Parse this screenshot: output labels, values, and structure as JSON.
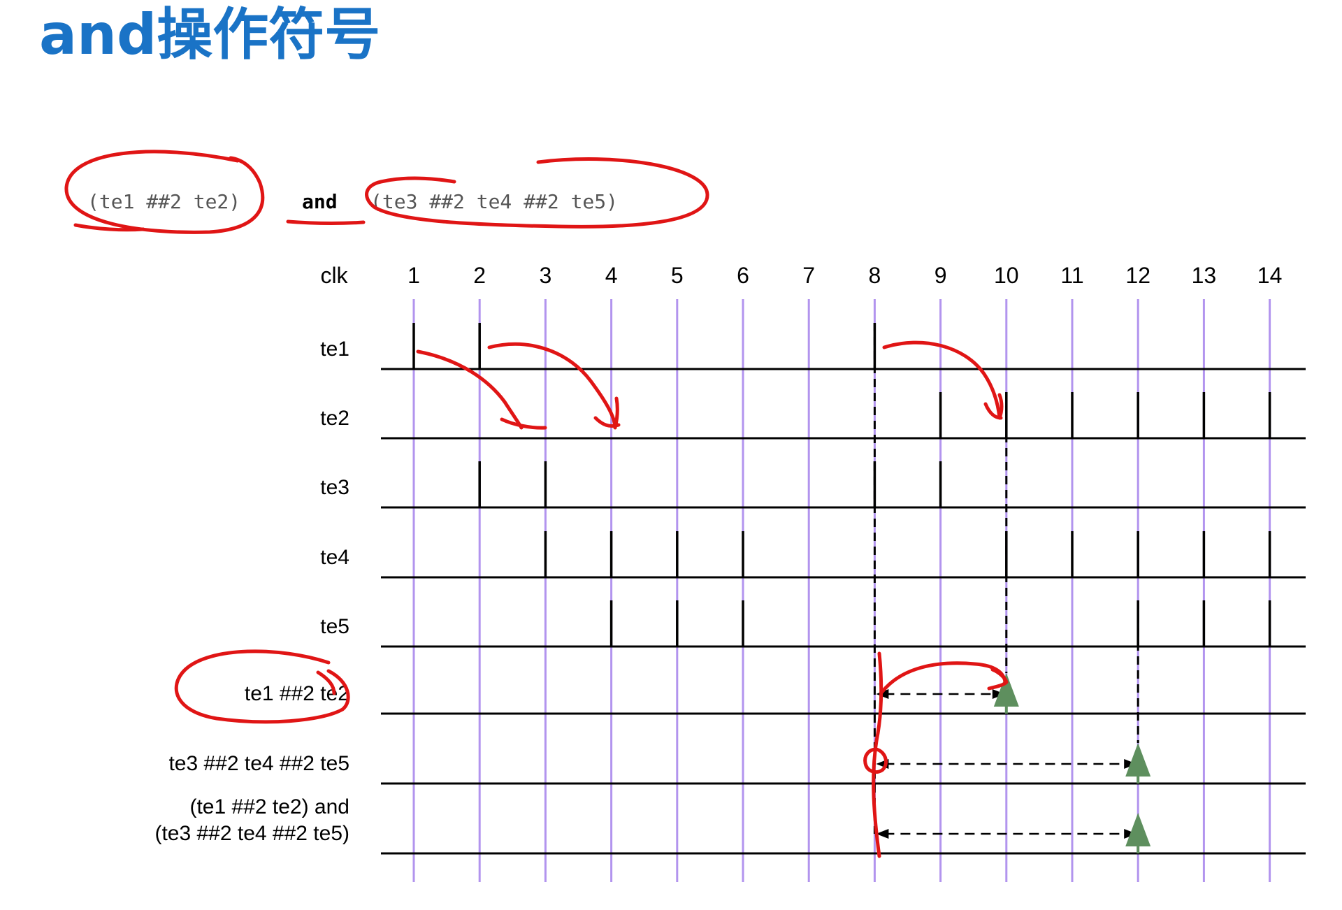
{
  "title": "and操作符号",
  "expression": {
    "part1": "(te1 ##2 te2)",
    "operator": "and",
    "part2": "(te3 ##2 te4 ##2 te5)"
  },
  "timing": {
    "clk_label": "clk",
    "clocks": [
      1,
      2,
      3,
      4,
      5,
      6,
      7,
      8,
      9,
      10,
      11,
      12,
      13,
      14
    ],
    "signals": [
      {
        "name": "te1",
        "pulses": [
          1,
          2,
          8
        ]
      },
      {
        "name": "te2",
        "pulses": [
          9,
          10,
          11,
          12,
          13,
          14
        ]
      },
      {
        "name": "te3",
        "pulses": [
          2,
          3,
          8,
          9
        ]
      },
      {
        "name": "te4",
        "pulses": [
          3,
          4,
          5,
          6,
          10,
          11,
          12,
          13,
          14
        ]
      },
      {
        "name": "te5",
        "pulses": [
          4,
          5,
          6,
          12,
          13,
          14
        ]
      }
    ],
    "results": [
      {
        "label_lines": [
          "te1 ##2 te2"
        ],
        "start": 8,
        "end": 10
      },
      {
        "label_lines": [
          "te3 ##2 te4 ##2 te5"
        ],
        "start": 8,
        "end": 12
      },
      {
        "label_lines": [
          "(te1 ##2 te2) and",
          "(te3 ##2 te4 ##2 te5)"
        ],
        "start": 8,
        "end": 12
      }
    ],
    "colors": {
      "clock_lines": "#b294ee",
      "match_marker": "#5e8f5e",
      "annotation": "#e01515",
      "title": "#1a73c6"
    }
  }
}
